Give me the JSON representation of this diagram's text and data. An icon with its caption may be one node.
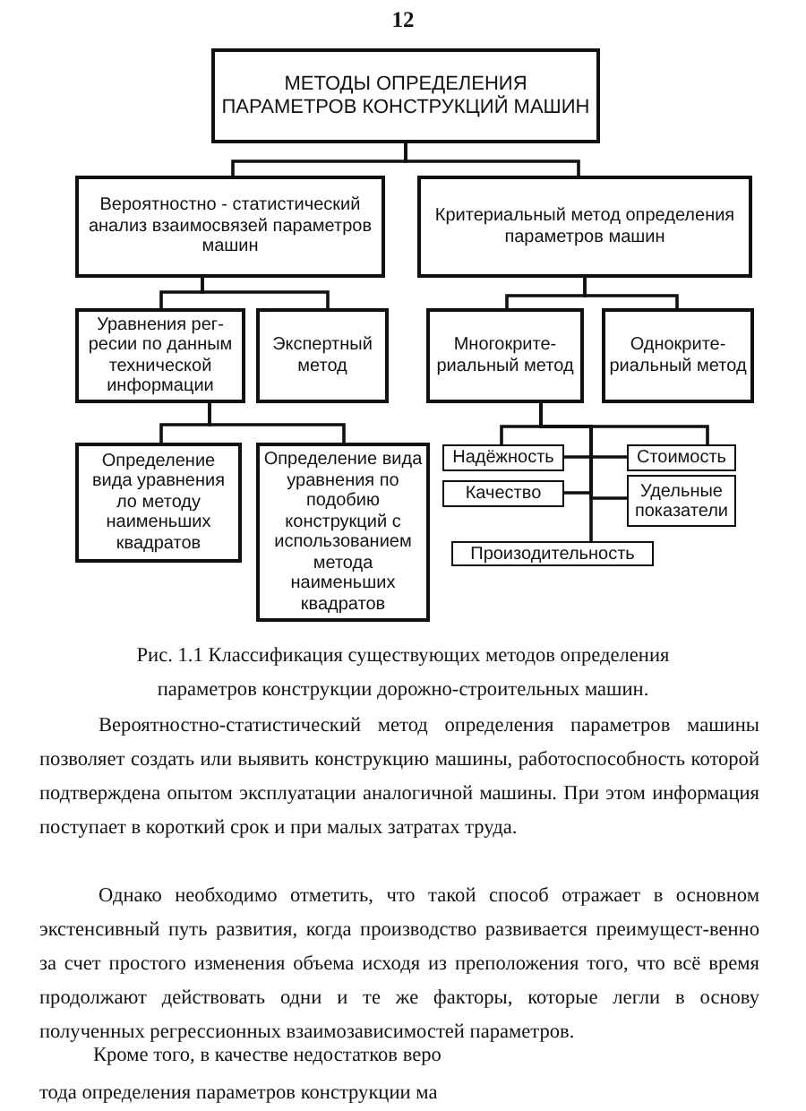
{
  "diagram": {
    "caption": "Рис. 1.1 Классификация существующих методов определения параметров конструкции дорожно-строительных машин.",
    "nodes": [
      {
        "text": [
          "МЕТОДЫ ОПРЕДЕЛЕНИЯ ПАРАМЕТРОВ КОНСТРУКЦИЙ МАШИН"
        ]
      },
      {
        "text": [
          "Вероятностно - статистический анализ взаимосвязей параметров машин"
        ]
      },
      {
        "text": [
          "Критериальный метод определения параметров машин"
        ]
      },
      {
        "text": [
          "Уравнения рег-ресии по данным технической информации"
        ]
      },
      {
        "text": [
          "Экспертный метод"
        ]
      },
      {
        "text": [
          "Многокрите-риальный метод"
        ]
      },
      {
        "text": [
          "Однокрите-риальный метод"
        ]
      },
      {
        "text": [
          "Определение вида уравнения ло методу наименьших квадратов"
        ]
      },
      {
        "text": [
          "Определение вида уравнения по подобию конструкций с использованием метода наименьших квадратов"
        ]
      },
      {
        "text": [
          "Надёжность"
        ]
      },
      {
        "text": [
          "Стоимость"
        ]
      },
      {
        "text": [
          "Качество"
        ]
      },
      {
        "text": [
          "Удельные показатели"
        ]
      },
      {
        "text": [
          "Произодительность"
        ]
      }
    ],
    "edges": [
      {
        "from": 0,
        "to": 1,
        "arrow": "none"
      },
      {
        "from": 0,
        "to": 2,
        "arrow": "none"
      },
      {
        "from": 1,
        "to": 3,
        "arrow": "none"
      },
      {
        "from": 1,
        "to": 4,
        "arrow": "none"
      },
      {
        "from": 2,
        "to": 5,
        "arrow": "none"
      },
      {
        "from": 2,
        "to": 6,
        "arrow": "none"
      },
      {
        "from": 3,
        "to": 7,
        "arrow": "none"
      },
      {
        "from": 3,
        "to": 8,
        "arrow": "none"
      },
      {
        "from": 5,
        "to": 9,
        "arrow": "none"
      },
      {
        "from": 5,
        "to": 10,
        "arrow": "none"
      },
      {
        "from": 5,
        "to": 11,
        "arrow": "none"
      },
      {
        "from": 5,
        "to": 12,
        "arrow": "none"
      },
      {
        "from": 5,
        "to": 13,
        "arrow": "none"
      }
    ],
    "labels": [
      "12",
      "Вероятностно-статистический метод определения параметров машины позволяет создать или выявить конструкцию машины, работоспособность которой подтверждена опытом эксплуатации аналогичной машины. При этом информация поступает в короткий срок и при малых затратах труда.",
      "Однако необходимо отметить, что такой способ отражает в основном экстенсивный путь развития, когда производство развивается преимущест-венно за счет простого изменения объема исходя из преположения того, что всё время продолжают действовать одни и те же факторы, которые легли в основу полученных регрессионных взаимозависимостей параметров.",
      "Кроме того, в качестве недостатков веро",
      "тода определения параметров конструкции ма"
    ]
  }
}
